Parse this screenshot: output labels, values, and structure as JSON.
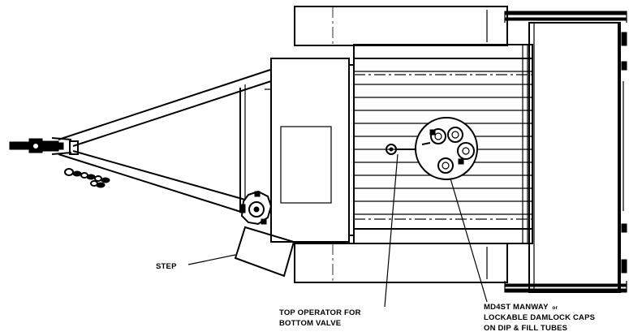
{
  "labels": {
    "step": "STEP",
    "top_operator_line1": "TOP OPERATOR FOR",
    "top_operator_line2": "BOTTOM VALVE",
    "manway_line1_main": "MD4ST MANWAY",
    "manway_line1_suffix": "or",
    "manway_line2": "LOCKABLE DAMLOCK CAPS",
    "manway_line3": "ON DIP & FILL TUBES"
  }
}
